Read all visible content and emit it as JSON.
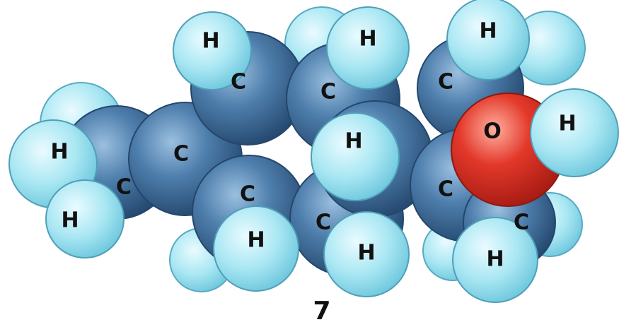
{
  "figure": {
    "number": "7"
  },
  "atoms": {
    "h_top_left": "H",
    "c_top_left": "C",
    "h_top_mid": "H",
    "c_top_mid": "C",
    "h_top_right": "H",
    "c_top_right": "C",
    "o_hydroxyl": "O",
    "h_hydroxyl": "H",
    "h_left": "H",
    "c_left_mid": "C",
    "c_left_inner": "C",
    "h_left_bottom": "H",
    "h_center": "H",
    "c_bottom_left": "C",
    "h_bottom_left": "H",
    "c_bottom_mid": "C",
    "h_bottom_mid": "H",
    "c_right_lower": "C",
    "c_bottom_right": "C",
    "h_bottom_right": "H"
  },
  "colors": {
    "carbon": "#3f6e9c",
    "hydrogen": "#a6e6f2",
    "oxygen": "#e23a2c",
    "outline": "#2a4a6a"
  }
}
